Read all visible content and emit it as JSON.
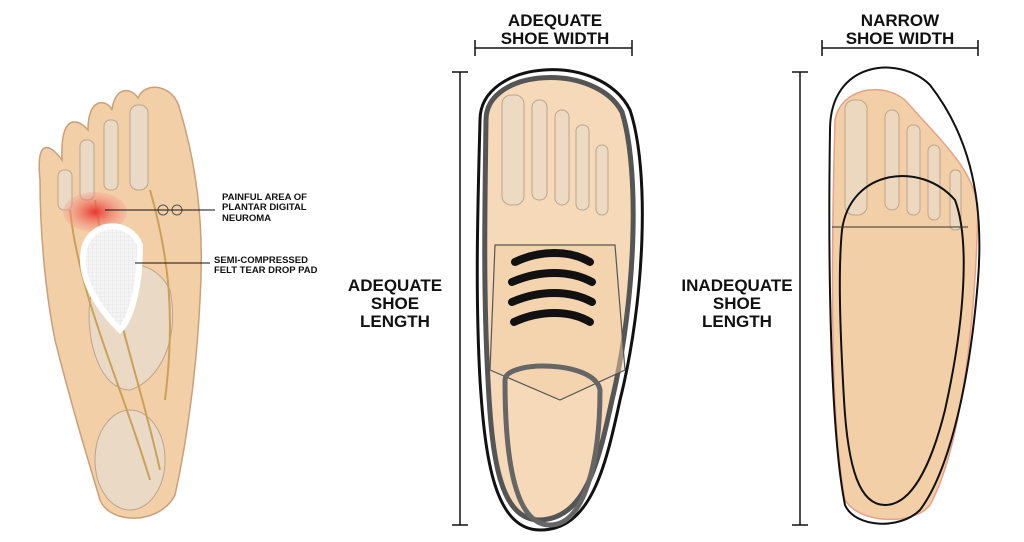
{
  "left_panel": {
    "callouts": [
      {
        "lines": [
          "PAINFUL AREA OF",
          "PLANTAR DIGITAL",
          "NEUROMA"
        ]
      },
      {
        "lines": [
          "SEMI-COMPRESSED",
          "FELT TEAR DROP PAD"
        ]
      }
    ]
  },
  "middle_panel": {
    "width_label": [
      "ADEQUATE",
      "SHOE WIDTH"
    ],
    "length_label": [
      "ADEQUATE",
      "SHOE",
      "LENGTH"
    ]
  },
  "right_panel": {
    "width_label": [
      "NARROW",
      "SHOE WIDTH"
    ],
    "length_label": [
      "INADEQUATE",
      "SHOE",
      "LENGTH"
    ]
  },
  "colors": {
    "skin": "#f2cfa6",
    "bone": "#ead9c4",
    "nerve": "#c9a15a",
    "pain": "#e8362e",
    "outline": "#111111"
  }
}
